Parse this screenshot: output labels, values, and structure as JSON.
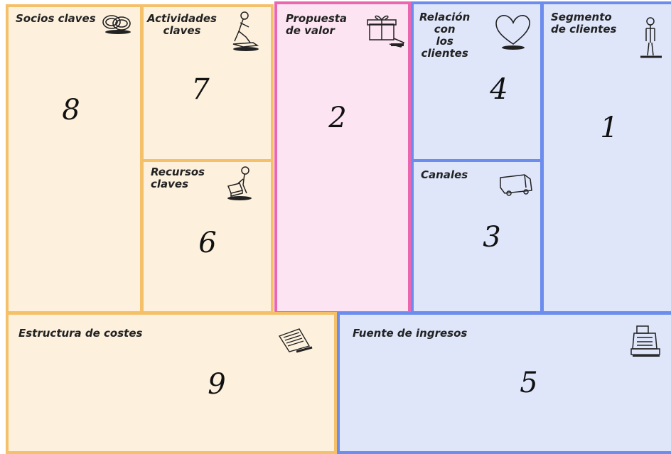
{
  "blocks": {
    "socios": {
      "title": "Socios claves",
      "number": "8",
      "icon": "rings-icon"
    },
    "actividades": {
      "title": "Actividades\nclaves",
      "number": "7",
      "icon": "worker-icon"
    },
    "recursos": {
      "title": "Recursos\nclaves",
      "number": "6",
      "icon": "worker-with-box-icon"
    },
    "propuesta": {
      "title": "Propuesta\nde valor",
      "number": "2",
      "icon": "gift-icon"
    },
    "relacion": {
      "title": "Relación\ncon\nlos\nclientes",
      "number": "4",
      "icon": "heart-icon"
    },
    "canales": {
      "title": "Canales",
      "number": "3",
      "icon": "truck-icon"
    },
    "segmento": {
      "title": "Segmento\nde clientes",
      "number": "1",
      "icon": "person-icon"
    },
    "costes": {
      "title": "Estructura de costes",
      "number": "9",
      "icon": "invoice-icon"
    },
    "ingresos": {
      "title": "Fuente de ingresos",
      "number": "5",
      "icon": "cash-register-icon"
    }
  },
  "colors": {
    "orange_fill": "#fdf1de",
    "orange_border": "#f4c06a",
    "pink_fill": "#fce4f2",
    "pink_border": "#ea67b0",
    "blue_fill": "#dfe6fa",
    "blue_border": "#6c8ded"
  }
}
